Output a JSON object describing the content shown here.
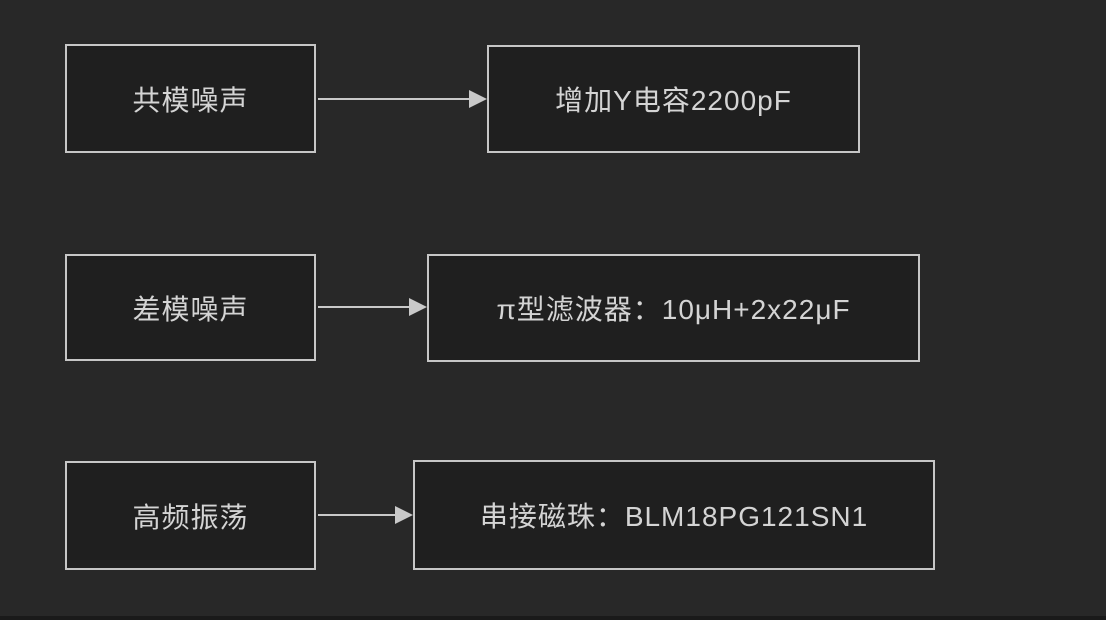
{
  "canvas": {
    "background_color": "#282828",
    "node_fill_color": "#1f1f1f",
    "node_border_color": "#c6c6c6",
    "text_color": "#d4d4d4",
    "arrow_color": "#c9c9c9"
  },
  "diagram": {
    "type": "flowchart",
    "description": "EMI noise problems mapped to mitigation solutions",
    "rows": [
      {
        "problem": "共模噪声",
        "solution": "增加Y电容2200pF"
      },
      {
        "problem": "差模噪声",
        "solution": "π型滤波器：10μH+2x22μF"
      },
      {
        "problem": "高频振荡",
        "solution": "串接磁珠：BLM18PG121SN1"
      }
    ]
  }
}
